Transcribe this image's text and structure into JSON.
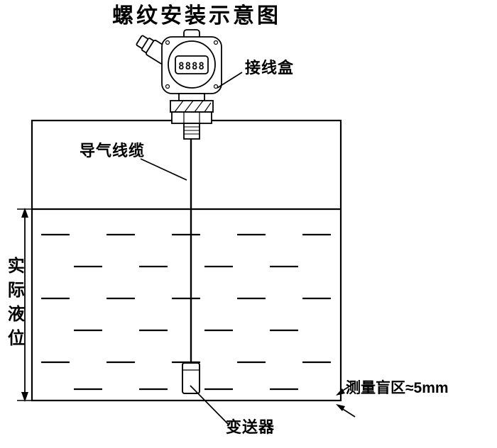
{
  "title": "螺纹安装示意图",
  "diagram": {
    "labels": {
      "junction_box": "接线盒",
      "air_cable": "导气线缆",
      "actual_level": "实际液位",
      "blind_zone": "测量盲区≈5mm",
      "transmitter": "变送器"
    },
    "display_value": "8888"
  },
  "colors": {
    "line": "#000000",
    "background": "#ffffff"
  }
}
